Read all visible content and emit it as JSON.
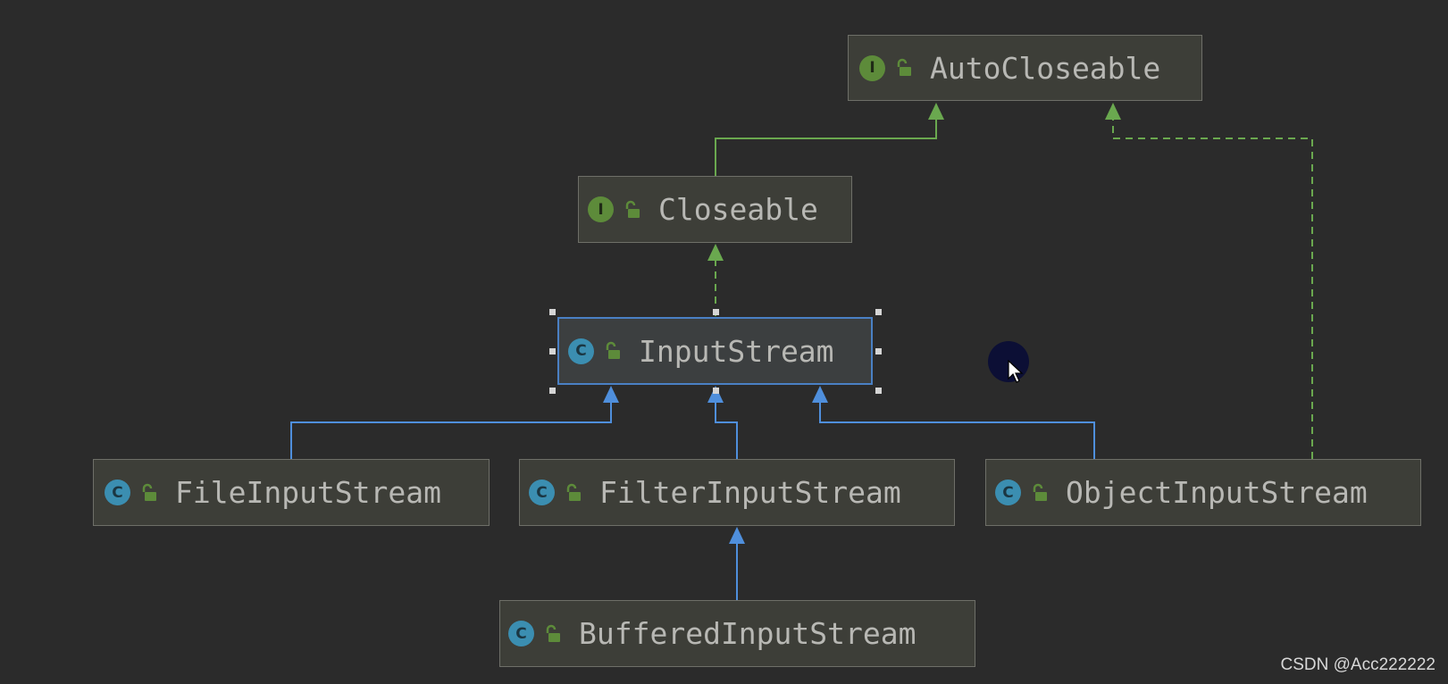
{
  "diagram": {
    "nodes": [
      {
        "id": "autocloseable",
        "label": "AutoCloseable",
        "kind": "interface",
        "badge": "I"
      },
      {
        "id": "closeable",
        "label": "Closeable",
        "kind": "interface",
        "badge": "I"
      },
      {
        "id": "inputstream",
        "label": "InputStream",
        "kind": "class",
        "badge": "C",
        "selected": true
      },
      {
        "id": "fileinputstream",
        "label": "FileInputStream",
        "kind": "class",
        "badge": "C"
      },
      {
        "id": "filterinputstream",
        "label": "FilterInputStream",
        "kind": "class",
        "badge": "C"
      },
      {
        "id": "objectinputstream",
        "label": "ObjectInputStream",
        "kind": "class",
        "badge": "C"
      },
      {
        "id": "bufferedinputstream",
        "label": "BufferedInputStream",
        "kind": "class",
        "badge": "C"
      }
    ],
    "edges": [
      {
        "from": "closeable",
        "to": "autocloseable",
        "type": "extends-interface"
      },
      {
        "from": "objectinputstream",
        "to": "autocloseable",
        "type": "implements"
      },
      {
        "from": "inputstream",
        "to": "closeable",
        "type": "implements"
      },
      {
        "from": "fileinputstream",
        "to": "inputstream",
        "type": "extends-class"
      },
      {
        "from": "filterinputstream",
        "to": "inputstream",
        "type": "extends-class"
      },
      {
        "from": "objectinputstream",
        "to": "inputstream",
        "type": "extends-class"
      },
      {
        "from": "bufferedinputstream",
        "to": "filterinputstream",
        "type": "extends-class"
      }
    ]
  },
  "colors": {
    "background": "#2b2b2b",
    "interface_edge": "#6aa84f",
    "class_edge": "#4f8fdc",
    "interface_badge": "#5d8b3a",
    "class_badge": "#3b8eb1",
    "selection": "#4a80c4"
  },
  "watermark": "CSDN @Acc222222"
}
